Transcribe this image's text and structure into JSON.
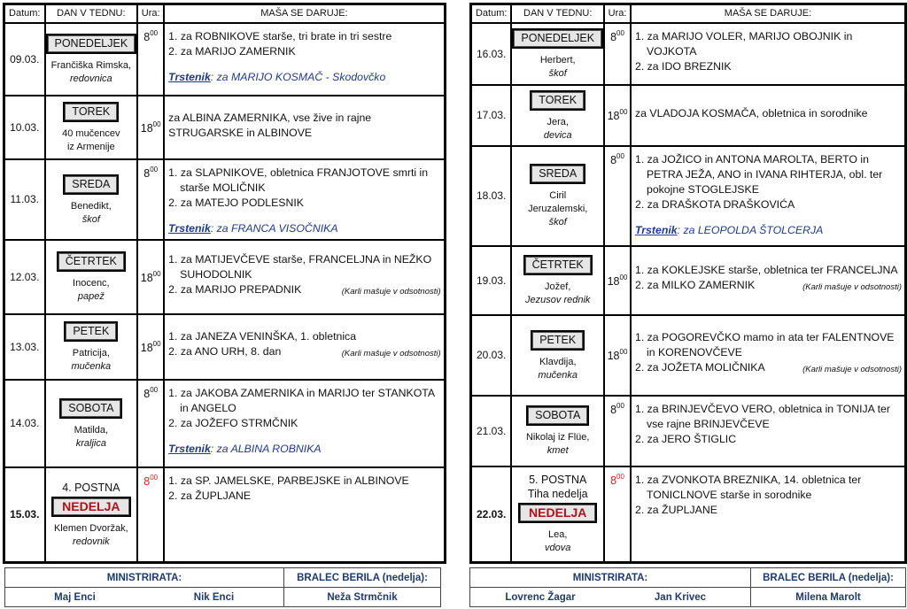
{
  "headers": {
    "date": "Datum:",
    "day": "DAN V TEDNU:",
    "time": "Ura:",
    "mass": "MAŠA SE DARUJE:"
  },
  "tables": [
    {
      "days": [
        {
          "date": "09.03.",
          "day": "PONEDELJEK",
          "saint": "Frančiška Rimska,",
          "title": "redovnica",
          "time": "8",
          "sup": "00",
          "masses": [
            {
              "text": "1. za ROBNIKOVE starše, tri brate in tri sestre"
            },
            {
              "text": "2. za MARIJO ZAMERNIK"
            }
          ],
          "trstenik": {
            "label": "Trstenik",
            "text": ": za MARIJO KOSMAČ - Skodovčko"
          }
        },
        {
          "date": "10.03.",
          "day": "TOREK",
          "saint": "40 mučencev",
          "title2": "iz Armenije",
          "time": "18",
          "sup": "00",
          "mid": true,
          "masses": [
            {
              "text": "za ALBINA ZAMERNIKA, vse žive in rajne STRUGARSKE in ALBINOVE",
              "noindent": true
            }
          ]
        },
        {
          "date": "11.03.",
          "day": "SREDA",
          "saint": "Benedikt,",
          "title": "škof",
          "time": "8",
          "sup": "00",
          "masses": [
            {
              "text": "1. za SLAPNIKOVE, obletnica FRANJOTOVE smrti in starše MOLIČNIK"
            },
            {
              "text": "2. za MATEJO PODLESNIK"
            }
          ],
          "trstenik": {
            "label": "Trstenik",
            "text": ": za FRANCA VISOČNIKA"
          }
        },
        {
          "date": "12.03.",
          "day": "ČETRTEK",
          "saint": "Inocenc,",
          "title": "papež",
          "time": "18",
          "sup": "00",
          "mid": true,
          "masses": [
            {
              "text": "1. za MATIJEVČEVE starše, FRANCELJNA in NEŽKO SUHODOLNIK"
            },
            {
              "text": "2. za MARIJO PREPADNIK",
              "note": "(Karli mašuje v odsotnosti)"
            }
          ]
        },
        {
          "date": "13.03.",
          "day": "PETEK",
          "saint": "Patricija,",
          "title": "mučenka",
          "time": "18",
          "sup": "00",
          "mid": true,
          "masses": [
            {
              "text": "1. za JANEZA VENINŠKA, 1. obletnica"
            },
            {
              "text": "2. za ANO URH, 8. dan",
              "note": "(Karli mašuje v odsotnosti)"
            }
          ]
        },
        {
          "date": "14.03.",
          "day": "SOBOTA",
          "saint": "Matilda,",
          "title": "kraljica",
          "time": "8",
          "sup": "00",
          "masses": [
            {
              "text": "1. za JAKOBA ZAMERNIKA in MARIJO ter STANKOTA in ANGELO"
            },
            {
              "text": "2. za JOŽEFO STRMČNIK"
            }
          ],
          "trstenik": {
            "label": "Trstenik",
            "text": ": za ALBINA ROBNIKA"
          }
        },
        {
          "date": "15.03.",
          "day": "NEDELJA",
          "sunday": true,
          "pre": [
            "4. POSTNA"
          ],
          "saint": "Klemen Dvoržak,",
          "title": "redovnik",
          "time": "8",
          "sup": "00",
          "masses": [
            {
              "text": "1. za SP. JAMELSKE, PARBEJSKE in ALBINOVE"
            },
            {
              "text": "2. za ŽUPLJANE"
            }
          ]
        }
      ],
      "footer": {
        "ministrants_label": "MINISTRIRATA:",
        "reader_label": "BRALEC BERILA (nedelja):",
        "ministrant1": "Maj Enci",
        "ministrant2": "Nik Enci",
        "reader": "Neža Strmčnik"
      }
    },
    {
      "days": [
        {
          "date": "16.03.",
          "day": "PONEDELJEK",
          "saint": "Herbert,",
          "title": "škof",
          "time": "8",
          "sup": "00",
          "masses": [
            {
              "text": "1. za MARIJO VOLER, MARIJO OBOJNIK in VOJKOTA"
            },
            {
              "text": "2. za IDO BREZNIK"
            }
          ]
        },
        {
          "date": "17.03.",
          "day": "TOREK",
          "saint": "Jera,",
          "title": "devica",
          "time": "18",
          "sup": "00",
          "mid": true,
          "masses": [
            {
              "text": "za VLADOJA KOSMAČA, obletnica in sorodnike",
              "noindent": true
            }
          ]
        },
        {
          "date": "18.03.",
          "day": "SREDA",
          "saint": "Ciril",
          "saint2": "Jeruzalemski,",
          "title": "škof",
          "time": "8",
          "sup": "00",
          "masses": [
            {
              "text": "1. za JOŽICO in ANTONA MAROLTA, BERTO in PETRA JEŽA, ANO in IVANA RIHTERJA, obl. ter pokojne STOGLEJSKE"
            },
            {
              "text": "2. za DRAŠKOTA DRAŠKOVIĆA"
            }
          ],
          "trstenik": {
            "label": "Trstenik",
            "text": ": za LEOPOLDA ŠTOLCERJA"
          }
        },
        {
          "date": "19.03.",
          "day": "ČETRTEK",
          "saint": "Jožef,",
          "title": "Jezusov rednik",
          "time": "18",
          "sup": "00",
          "mid": true,
          "masses": [
            {
              "text": "1. za KOKLEJSKE starše, obletnica ter FRANCELJNA"
            },
            {
              "text": "2. za MILKO ZAMERNIK",
              "note": "(Karli mašuje v odsotnosti)"
            }
          ]
        },
        {
          "date": "20.03.",
          "day": "PETEK",
          "saint": "Klavdija,",
          "title": "mučenka",
          "time": "18",
          "sup": "00",
          "mid": true,
          "masses": [
            {
              "text": "1. za POGOREVČKO mamo in ata ter FALENTNOVE in KORENOVČEVE"
            },
            {
              "text": "2. za JOŽETA MOLIČNIKA",
              "note": "(Karli mašuje v odsotnosti)"
            }
          ]
        },
        {
          "date": "21.03.",
          "day": "SOBOTA",
          "saint": "Nikolaj iz Flüe,",
          "title": "kmet",
          "time": "8",
          "sup": "00",
          "masses": [
            {
              "text": "1. za BRINJEVČEVO VERO, obletnica in TONIJA ter vse rajne BRINJEVČEVE"
            },
            {
              "text": "2. za JERO ŠTIGLIC"
            }
          ]
        },
        {
          "date": "22.03.",
          "day": "NEDELJA",
          "sunday": true,
          "pre": [
            "5. POSTNA",
            "Tiha nedelja"
          ],
          "saint": "Lea,",
          "title": "vdova",
          "time": "8",
          "sup": "00",
          "masses": [
            {
              "text": "1. za ZVONKOTA BREZNIKA, 14. obletnica ter TONICLNOVE starše in sorodnike"
            },
            {
              "text": "2. za ŽUPLJANE"
            }
          ]
        }
      ],
      "footer": {
        "ministrants_label": "MINISTRIRATA:",
        "reader_label": "BRALEC BERILA (nedelja):",
        "ministrant1": "Lovrenc Žagar",
        "ministrant2": "Jan Krivec",
        "reader": "Milena Marolt"
      }
    }
  ]
}
